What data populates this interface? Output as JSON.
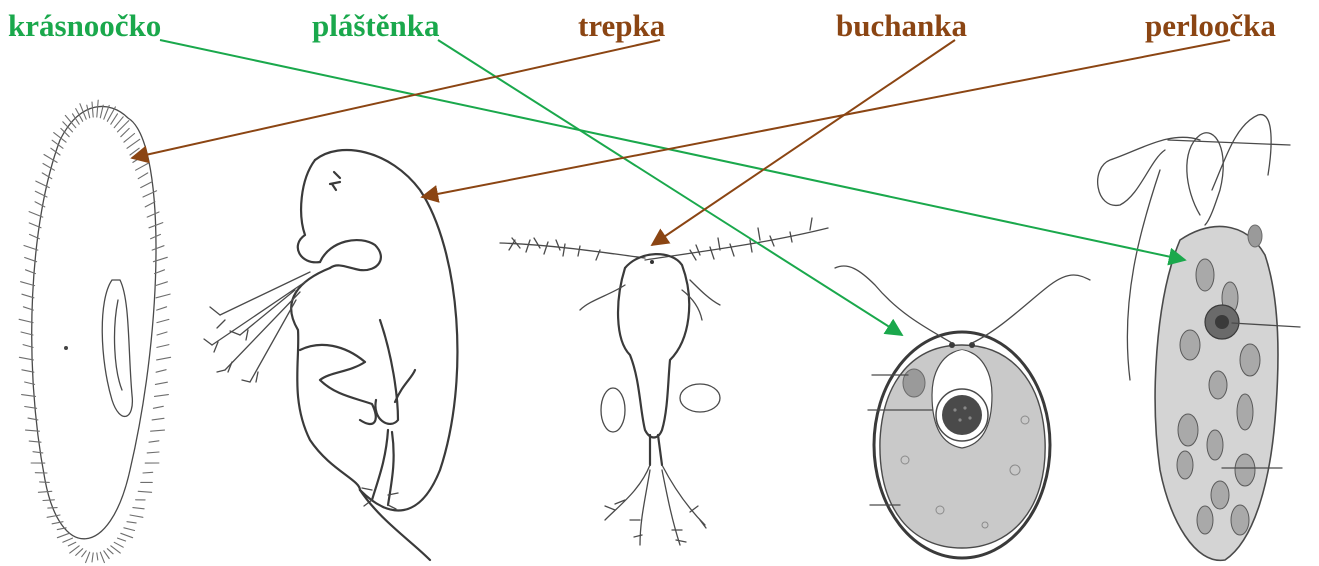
{
  "colors": {
    "green": "#1aa84c",
    "brown": "#8b4513",
    "ink": "#3a3a3a"
  },
  "labels": [
    {
      "id": "krasnoocko",
      "text": "krásnoočko",
      "color": "green"
    },
    {
      "id": "plastenka",
      "text": "pláštěnka",
      "color": "green"
    },
    {
      "id": "trepka",
      "text": "trepka",
      "color": "brown"
    },
    {
      "id": "buchanka",
      "text": "buchanka",
      "color": "brown"
    },
    {
      "id": "perloocka",
      "text": "perloočka",
      "color": "brown"
    }
  ],
  "connections": [
    {
      "from": "krasnoocko",
      "to": "euglena"
    },
    {
      "from": "plastenka",
      "to": "chlamydomonas"
    },
    {
      "from": "trepka",
      "to": "paramecium"
    },
    {
      "from": "buchanka",
      "to": "cyclops"
    },
    {
      "from": "perloocka",
      "to": "daphnia"
    }
  ],
  "drawings": [
    {
      "id": "paramecium",
      "icon": "paramecium-icon"
    },
    {
      "id": "daphnia",
      "icon": "daphnia-icon"
    },
    {
      "id": "cyclops",
      "icon": "cyclops-icon"
    },
    {
      "id": "chlamydomonas",
      "icon": "chlamydomonas-icon"
    },
    {
      "id": "euglena",
      "icon": "euglena-icon"
    }
  ]
}
